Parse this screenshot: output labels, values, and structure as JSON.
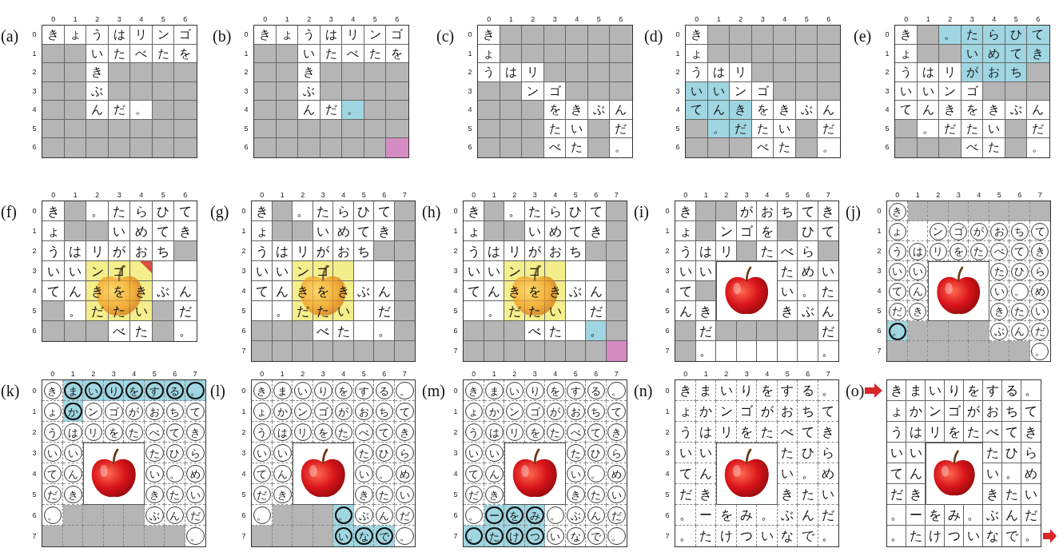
{
  "diagram": {
    "labels": [
      "(a)",
      "0",
      "1",
      "2",
      "3",
      "4",
      "5",
      "6",
      "0",
      "1",
      "2",
      "3",
      "4",
      "5",
      "6",
      "き",
      "ょ",
      "う",
      "は",
      "リ",
      "ン",
      "ゴ",
      "い",
      "た",
      "べ",
      "た",
      "を",
      "き",
      "ぶ",
      "ん",
      "だ",
      "。",
      "(b)",
      "0",
      "1",
      "2",
      "3",
      "4",
      "5",
      "6",
      "0",
      "1",
      "2",
      "3",
      "4",
      "5",
      "6",
      "き",
      "ょ",
      "う",
      "は",
      "リ",
      "ン",
      "ゴ",
      "い",
      "た",
      "べ",
      "た",
      "を",
      "き",
      "ぶ",
      "ん",
      "だ",
      "。",
      "(c)",
      "0",
      "1",
      "2",
      "3",
      "4",
      "5",
      "6",
      "0",
      "1",
      "2",
      "3",
      "4",
      "5",
      "6",
      "き",
      "ょ",
      "う",
      "は",
      "リ",
      "ン",
      "ゴ",
      "を",
      "き",
      "ぶ",
      "ん",
      "た",
      "い",
      "だ",
      "べ",
      "た",
      "。",
      "(d)",
      "0",
      "1",
      "2",
      "3",
      "4",
      "5",
      "6",
      "0",
      "1",
      "2",
      "3",
      "4",
      "5",
      "6",
      "き",
      "ょ",
      "う",
      "は",
      "リ",
      "い",
      "い",
      "ン",
      "ゴ",
      "て",
      "ん",
      "き",
      "を",
      "き",
      "ぶ",
      "ん",
      "。",
      "だ",
      "た",
      "い",
      "だ",
      "べ",
      "た",
      "。",
      "(e)",
      "0",
      "1",
      "2",
      "3",
      "4",
      "5",
      "6",
      "0",
      "1",
      "2",
      "3",
      "4",
      "5",
      "6",
      "き",
      "。",
      "た",
      "ら",
      "ひ",
      "て",
      "ょ",
      "い",
      "め",
      "て",
      "き",
      "う",
      "は",
      "リ",
      "が",
      "お",
      "ち",
      "い",
      "い",
      "ン",
      "ゴ",
      "て",
      "ん",
      "き",
      "を",
      "き",
      "ぶ",
      "ん",
      "。",
      "だ",
      "た",
      "い",
      "だ",
      "べ",
      "た",
      "。",
      "(f)",
      "0",
      "1",
      "2",
      "3",
      "4",
      "5",
      "6",
      "0",
      "1",
      "2",
      "3",
      "4",
      "5",
      "6",
      "き",
      "。",
      "た",
      "ら",
      "ひ",
      "て",
      "ょ",
      "い",
      "め",
      "て",
      "き",
      "う",
      "は",
      "リ",
      "が",
      "お",
      "ち",
      "い",
      "い",
      "ン",
      "ゴ",
      "て",
      "ん",
      "き",
      "を",
      "き",
      "ぶ",
      "ん",
      "。",
      "だ",
      "た",
      "い",
      "だ",
      "べ",
      "た",
      "。",
      "(g)",
      "0",
      "1",
      "2",
      "3",
      "4",
      "5",
      "6",
      "7",
      "0",
      "1",
      "2",
      "3",
      "4",
      "5",
      "6",
      "7",
      "き",
      "。",
      "た",
      "ら",
      "ひ",
      "て",
      "ょ",
      "い",
      "め",
      "て",
      "き",
      "う",
      "は",
      "リ",
      "が",
      "お",
      "ち",
      "い",
      "い",
      "ン",
      "ゴ",
      "て",
      "ん",
      "き",
      "を",
      "き",
      "ぶ",
      "ん",
      "。",
      "だ",
      "た",
      "い",
      "だ",
      "べ",
      "た",
      "。",
      "(h)",
      "0",
      "1",
      "2",
      "3",
      "4",
      "5",
      "6",
      "7",
      "0",
      "1",
      "2",
      "3",
      "4",
      "5",
      "6",
      "7",
      "き",
      "。",
      "た",
      "ら",
      "ひ",
      "て",
      "ょ",
      "い",
      "め",
      "て",
      "き",
      "う",
      "は",
      "リ",
      "が",
      "お",
      "ち",
      "い",
      "い",
      "ン",
      "ゴ",
      "て",
      "ん",
      "き",
      "を",
      "き",
      "ぶ",
      "ん",
      "。",
      "だ",
      "た",
      "い",
      "だ",
      "べ",
      "た",
      "。",
      "(i)",
      "0",
      "1",
      "2",
      "3",
      "4",
      "5",
      "6",
      "7",
      "0",
      "1",
      "2",
      "3",
      "4",
      "5",
      "6",
      "7",
      "き",
      "が",
      "お",
      "ち",
      "て",
      "き",
      "ょ",
      "ン",
      "ゴ",
      "を",
      "ひ",
      "て",
      "う",
      "は",
      "リ",
      "た",
      "べ",
      "ら",
      "い",
      "い",
      "た",
      "め",
      "い",
      "て",
      "い",
      "。",
      "た",
      "ん",
      "き",
      "き",
      "ぶ",
      "ん",
      "だ",
      "だ",
      "。",
      "。",
      "(j)",
      "0",
      "1",
      "2",
      "3",
      "4",
      "5",
      "6",
      "7",
      "0",
      "1",
      "2",
      "3",
      "4",
      "5",
      "6",
      "7",
      "き",
      "ょ",
      "ン",
      "ゴ",
      "が",
      "お",
      "ち",
      "て",
      "う",
      "は",
      "リ",
      "を",
      "た",
      "べ",
      "て",
      "き",
      "い",
      "い",
      "た",
      "ひ",
      "ら",
      "て",
      "ん",
      "い",
      "。",
      "め",
      "だ",
      "き",
      "き",
      "た",
      "い",
      "。",
      "ぶ",
      "ん",
      "だ",
      "。",
      "(k)",
      "0",
      "1",
      "2",
      "3",
      "4",
      "5",
      "6",
      "7",
      "0",
      "1",
      "2",
      "3",
      "4",
      "5",
      "6",
      "7",
      "き",
      "ま",
      "い",
      "り",
      "を",
      "す",
      "る",
      "。",
      "ょ",
      "か",
      "ン",
      "ゴ",
      "が",
      "お",
      "ち",
      "て",
      "う",
      "は",
      "リ",
      "を",
      "た",
      "べ",
      "て",
      "き",
      "い",
      "い",
      "た",
      "ひ",
      "ら",
      "て",
      "ん",
      "い",
      "。",
      "め",
      "だ",
      "き",
      "き",
      "た",
      "い",
      "。",
      "ぶ",
      "ん",
      "だ",
      "。",
      "(l)",
      "0",
      "1",
      "2",
      "3",
      "4",
      "5",
      "6",
      "7",
      "0",
      "1",
      "2",
      "3",
      "4",
      "5",
      "6",
      "7",
      "き",
      "ま",
      "い",
      "り",
      "を",
      "す",
      "る",
      "。",
      "ょ",
      "か",
      "ン",
      "ゴ",
      "が",
      "お",
      "ち",
      "て",
      "う",
      "は",
      "リ",
      "を",
      "た",
      "べ",
      "て",
      "き",
      "い",
      "い",
      "た",
      "ひ",
      "ら",
      "て",
      "ん",
      "い",
      "。",
      "め",
      "だ",
      "き",
      "き",
      "た",
      "い",
      "。",
      "。",
      "ぶ",
      "ん",
      "だ",
      "い",
      "な",
      "で",
      "。",
      "(m)",
      "0",
      "1",
      "2",
      "3",
      "4",
      "5",
      "6",
      "7",
      "0",
      "1",
      "2",
      "3",
      "4",
      "5",
      "6",
      "7",
      "き",
      "ま",
      "い",
      "り",
      "を",
      "す",
      "る",
      "。",
      "ょ",
      "か",
      "ン",
      "ゴ",
      "が",
      "お",
      "ち",
      "て",
      "う",
      "は",
      "リ",
      "を",
      "た",
      "べ",
      "て",
      "き",
      "い",
      "い",
      "た",
      "ひ",
      "ら",
      "て",
      "ん",
      "い",
      "。",
      "め",
      "だ",
      "き",
      "き",
      "た",
      "い",
      "。",
      "ー",
      "を",
      "み",
      "。",
      "ぶ",
      "ん",
      "だ",
      "。",
      "た",
      "け",
      "つ",
      "い",
      "な",
      "で",
      "。",
      "(n)",
      "0",
      "1",
      "2",
      "3",
      "4",
      "5",
      "6",
      "7",
      "0",
      "1",
      "2",
      "3",
      "4",
      "5",
      "6",
      "7",
      "き",
      "ま",
      "い",
      "り",
      "を",
      "す",
      "る",
      "。",
      "ょ",
      "か",
      "ン",
      "ゴ",
      "が",
      "お",
      "ち",
      "て",
      "う",
      "は",
      "リ",
      "を",
      "た",
      "べ",
      "て",
      "き",
      "い",
      "い",
      "た",
      "ひ",
      "ら",
      "て",
      "ん",
      "い",
      "。",
      "め",
      "だ",
      "き",
      "き",
      "た",
      "い",
      "。",
      "ー",
      "を",
      "み",
      "。",
      "ぶ",
      "ん",
      "だ",
      "。",
      "た",
      "け",
      "つ",
      "い",
      "な",
      "で",
      "。",
      "(o)",
      "き",
      "ま",
      "い",
      "り",
      "を",
      "す",
      "る",
      "。",
      "ょ",
      "か",
      "ン",
      "ゴ",
      "が",
      "お",
      "ち",
      "て",
      "う",
      "は",
      "リ",
      "を",
      "た",
      "べ",
      "て",
      "き",
      "い",
      "い",
      "た",
      "ひ",
      "ら",
      "て",
      "ん",
      "い",
      "。",
      "め",
      "だ",
      "き",
      "き",
      "た",
      "い",
      "。",
      "ー",
      "を",
      "み",
      "。",
      "ぶ",
      "ん",
      "だ",
      "。",
      "た",
      "け",
      "つ",
      "い",
      "な",
      "で",
      "。"
    ]
  }
}
